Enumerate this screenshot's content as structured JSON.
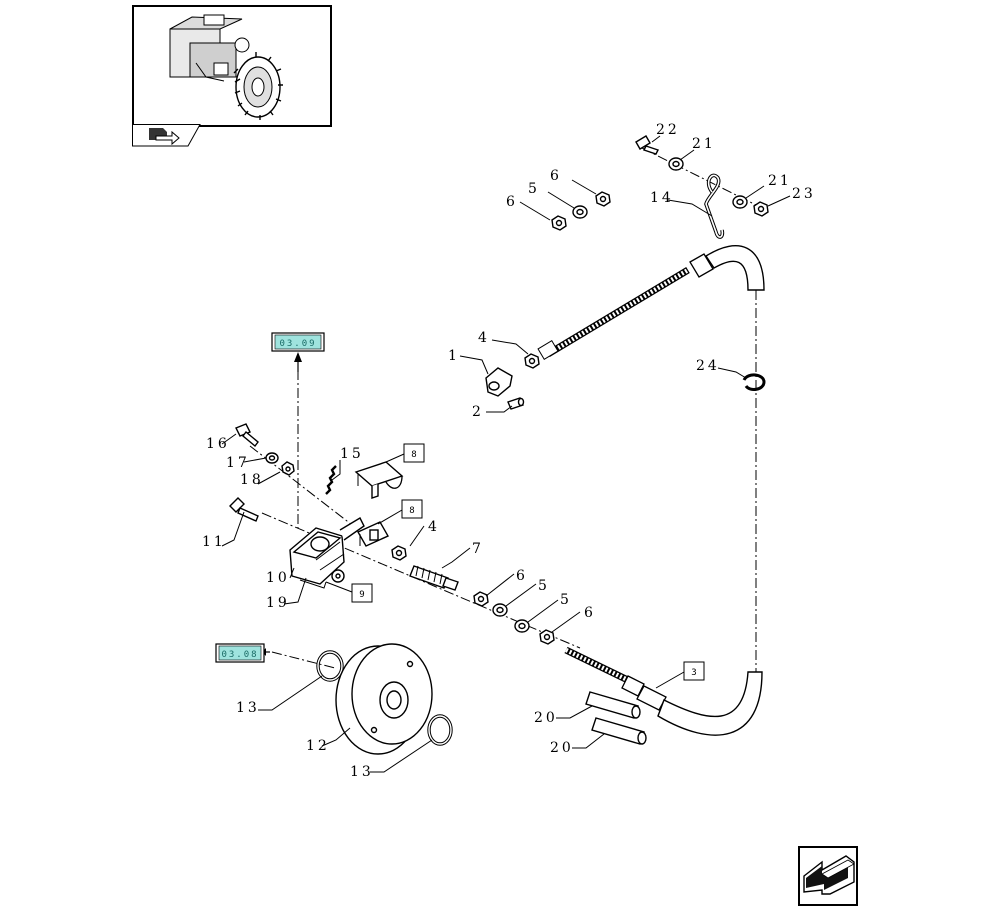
{
  "labels": {
    "l1": "1",
    "l2": "2",
    "l3": "3",
    "l4a": "4",
    "l4b": "4",
    "l5a": "5",
    "l5b": "5",
    "l5c": "5",
    "l6a": "6",
    "l6b": "6",
    "l6c": "6",
    "l6d": "6",
    "l7": "7",
    "l8a": "8",
    "l8b": "8",
    "l9": "9",
    "l10": "10",
    "l11": "11",
    "l12": "12",
    "l13a": "13",
    "l13b": "13",
    "l14": "14",
    "l15": "15",
    "l16": "16",
    "l17": "17",
    "l18": "18",
    "l19": "19",
    "l20a": "20",
    "l20b": "20",
    "l21a": "21",
    "l21b": "21",
    "l22": "22",
    "l23": "23",
    "l24": "24"
  },
  "section_refs": {
    "top": "03.09",
    "left": "03.08"
  },
  "colors": {
    "ink": "#000000",
    "section_fill": "#9fe3de",
    "section_text": "#1a6b66"
  },
  "icons": {
    "thumbnail": "tractor-rear-axle-thumbnail",
    "tab": "book-arrow-icon",
    "next": "next-page-arrow-icon"
  }
}
